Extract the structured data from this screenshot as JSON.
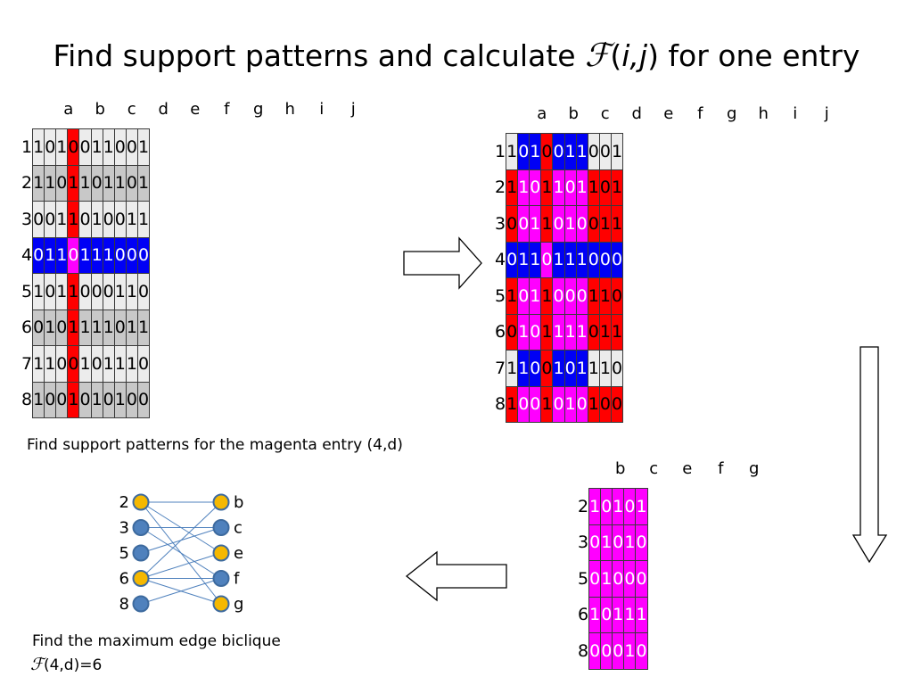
{
  "title": {
    "prefix": "Find support patterns and calculate ",
    "f_symbol": "ℱ",
    "args_open": "(",
    "args_italic": "i,j",
    "args_close": ")",
    "suffix": " for one entry"
  },
  "matrix_left": {
    "columns": [
      "a",
      "b",
      "c",
      "d",
      "e",
      "f",
      "g",
      "h",
      "i",
      "j"
    ],
    "rows": [
      "1",
      "2",
      "3",
      "4",
      "5",
      "6",
      "7",
      "8"
    ],
    "values": [
      [
        "1",
        "0",
        "1",
        "0",
        "0",
        "1",
        "1",
        "0",
        "0",
        "1"
      ],
      [
        "1",
        "1",
        "0",
        "1",
        "1",
        "0",
        "1",
        "1",
        "0",
        "1"
      ],
      [
        "0",
        "0",
        "1",
        "1",
        "0",
        "1",
        "0",
        "0",
        "1",
        "1"
      ],
      [
        "0",
        "1",
        "1",
        "0",
        "1",
        "1",
        "1",
        "0",
        "0",
        "0"
      ],
      [
        "1",
        "0",
        "1",
        "1",
        "0",
        "0",
        "0",
        "1",
        "1",
        "0"
      ],
      [
        "0",
        "1",
        "0",
        "1",
        "1",
        "1",
        "1",
        "0",
        "1",
        "1"
      ],
      [
        "1",
        "1",
        "0",
        "0",
        "1",
        "0",
        "1",
        "1",
        "1",
        "0"
      ],
      [
        "1",
        "0",
        "0",
        "1",
        "0",
        "1",
        "0",
        "1",
        "0",
        "0"
      ]
    ],
    "colors": [
      [
        "W",
        "W",
        "W",
        "R",
        "W",
        "W",
        "W",
        "W",
        "W",
        "W"
      ],
      [
        "G",
        "G",
        "G",
        "R",
        "G",
        "G",
        "G",
        "G",
        "G",
        "G"
      ],
      [
        "W",
        "W",
        "W",
        "R",
        "W",
        "W",
        "W",
        "W",
        "W",
        "W"
      ],
      [
        "B",
        "B",
        "B",
        "M",
        "B",
        "B",
        "B",
        "B",
        "B",
        "B"
      ],
      [
        "W",
        "W",
        "W",
        "R",
        "W",
        "W",
        "W",
        "W",
        "W",
        "W"
      ],
      [
        "G",
        "G",
        "G",
        "R",
        "G",
        "G",
        "G",
        "G",
        "G",
        "G"
      ],
      [
        "W",
        "W",
        "W",
        "R",
        "W",
        "W",
        "W",
        "W",
        "W",
        "W"
      ],
      [
        "G",
        "G",
        "G",
        "R",
        "G",
        "G",
        "G",
        "G",
        "G",
        "G"
      ]
    ],
    "caption": "Find support patterns for the magenta entry (4,d)"
  },
  "matrix_right": {
    "columns": [
      "a",
      "b",
      "c",
      "d",
      "e",
      "f",
      "g",
      "h",
      "i",
      "j"
    ],
    "rows": [
      "1",
      "2",
      "3",
      "4",
      "5",
      "6",
      "7",
      "8"
    ],
    "values": [
      [
        "1",
        "0",
        "1",
        "0",
        "0",
        "1",
        "1",
        "0",
        "0",
        "1"
      ],
      [
        "1",
        "1",
        "0",
        "1",
        "1",
        "0",
        "1",
        "1",
        "0",
        "1"
      ],
      [
        "0",
        "0",
        "1",
        "1",
        "0",
        "1",
        "0",
        "0",
        "1",
        "1"
      ],
      [
        "0",
        "1",
        "1",
        "0",
        "1",
        "1",
        "1",
        "0",
        "0",
        "0"
      ],
      [
        "1",
        "0",
        "1",
        "1",
        "0",
        "0",
        "0",
        "1",
        "1",
        "0"
      ],
      [
        "0",
        "1",
        "0",
        "1",
        "1",
        "1",
        "1",
        "0",
        "1",
        "1"
      ],
      [
        "1",
        "1",
        "0",
        "0",
        "1",
        "0",
        "1",
        "1",
        "1",
        "0"
      ],
      [
        "1",
        "0",
        "0",
        "1",
        "0",
        "1",
        "0",
        "1",
        "0",
        "0"
      ]
    ],
    "colors": [
      [
        "W",
        "B",
        "B",
        "R",
        "B",
        "B",
        "B",
        "W",
        "W",
        "W"
      ],
      [
        "R",
        "M",
        "M",
        "R",
        "M",
        "M",
        "M",
        "R",
        "R",
        "R"
      ],
      [
        "R",
        "M",
        "M",
        "R",
        "M",
        "M",
        "M",
        "R",
        "R",
        "R"
      ],
      [
        "B",
        "B",
        "B",
        "M",
        "B",
        "B",
        "B",
        "B",
        "B",
        "B"
      ],
      [
        "R",
        "M",
        "M",
        "R",
        "M",
        "M",
        "M",
        "R",
        "R",
        "R"
      ],
      [
        "R",
        "M",
        "M",
        "R",
        "M",
        "M",
        "M",
        "R",
        "R",
        "R"
      ],
      [
        "W",
        "B",
        "B",
        "R",
        "B",
        "B",
        "B",
        "W",
        "W",
        "W"
      ],
      [
        "R",
        "M",
        "M",
        "R",
        "M",
        "M",
        "M",
        "R",
        "R",
        "R"
      ]
    ]
  },
  "matrix_sub": {
    "columns": [
      "b",
      "c",
      "e",
      "f",
      "g"
    ],
    "rows": [
      "2",
      "3",
      "5",
      "6",
      "8"
    ],
    "values": [
      [
        "1",
        "0",
        "1",
        "0",
        "1"
      ],
      [
        "0",
        "1",
        "0",
        "1",
        "0"
      ],
      [
        "0",
        "1",
        "0",
        "0",
        "0"
      ],
      [
        "1",
        "0",
        "1",
        "1",
        "1"
      ],
      [
        "0",
        "0",
        "0",
        "1",
        "0"
      ]
    ]
  },
  "graph": {
    "left_nodes": [
      "2",
      "3",
      "5",
      "6",
      "8"
    ],
    "right_nodes": [
      "b",
      "c",
      "e",
      "f",
      "g"
    ],
    "left_highlight": [
      true,
      false,
      false,
      true,
      false
    ],
    "right_highlight": [
      true,
      false,
      true,
      false,
      true
    ],
    "edges": [
      [
        0,
        0
      ],
      [
        0,
        2
      ],
      [
        0,
        4
      ],
      [
        1,
        1
      ],
      [
        1,
        3
      ],
      [
        2,
        1
      ],
      [
        3,
        0
      ],
      [
        3,
        2
      ],
      [
        3,
        3
      ],
      [
        3,
        4
      ],
      [
        4,
        3
      ]
    ],
    "caption_line1": "Find the maximum edge biclique",
    "caption_f_symbol": "ℱ",
    "caption_line2": "(4,d)=6"
  },
  "colors": {
    "red": "#ff0000",
    "blue": "#0000f5",
    "magenta": "#ff00ff",
    "light_gray": "#ececec",
    "dark_gray": "#c8c8c8",
    "node_yellow": "#f5b800",
    "node_blue": "#4f81bd",
    "edge_blue": "#4f81bd"
  }
}
